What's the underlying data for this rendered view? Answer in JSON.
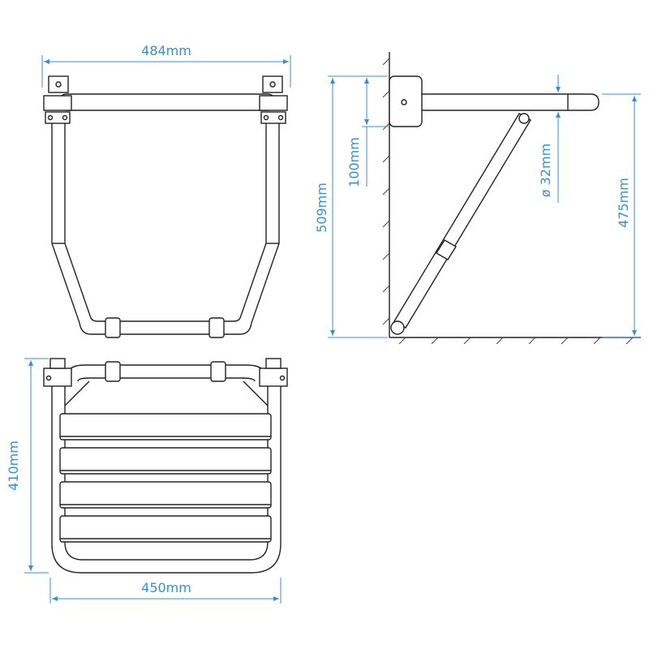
{
  "colors": {
    "dimension": "#3a8fd0",
    "outline": "#222222",
    "background": "#ffffff"
  },
  "dimensions": {
    "top_width": "484mm",
    "bottom_width": "450mm",
    "seat_depth": "410mm",
    "side_height": "509mm",
    "bracket_height": "100mm",
    "tube_diameter": "ø 32mm",
    "seat_height": "475mm"
  }
}
